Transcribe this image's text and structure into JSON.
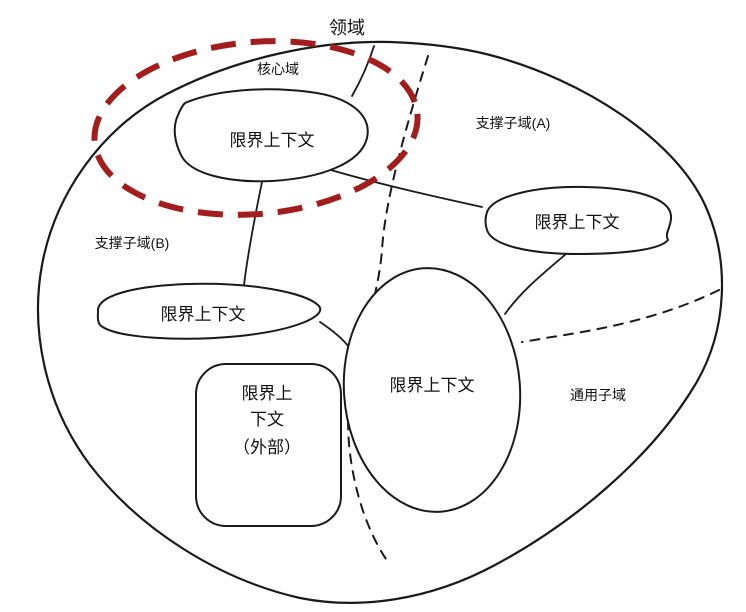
{
  "diagram": {
    "title": "领域",
    "regions": {
      "core": "核心域",
      "supporting_a": "支撑子域(A)",
      "supporting_b": "支撑子域(B)",
      "generic": "通用子域"
    },
    "contexts": {
      "core_context": "限界上下文",
      "right_context": "限界上下文",
      "left_context": "限界上下文",
      "center_context": "限界上下文",
      "external_line1": "限界上",
      "external_line2": "下文",
      "external_line3": "（外部）"
    },
    "colors": {
      "highlight": "#a31d1d",
      "line": "#1a1a1a"
    }
  }
}
